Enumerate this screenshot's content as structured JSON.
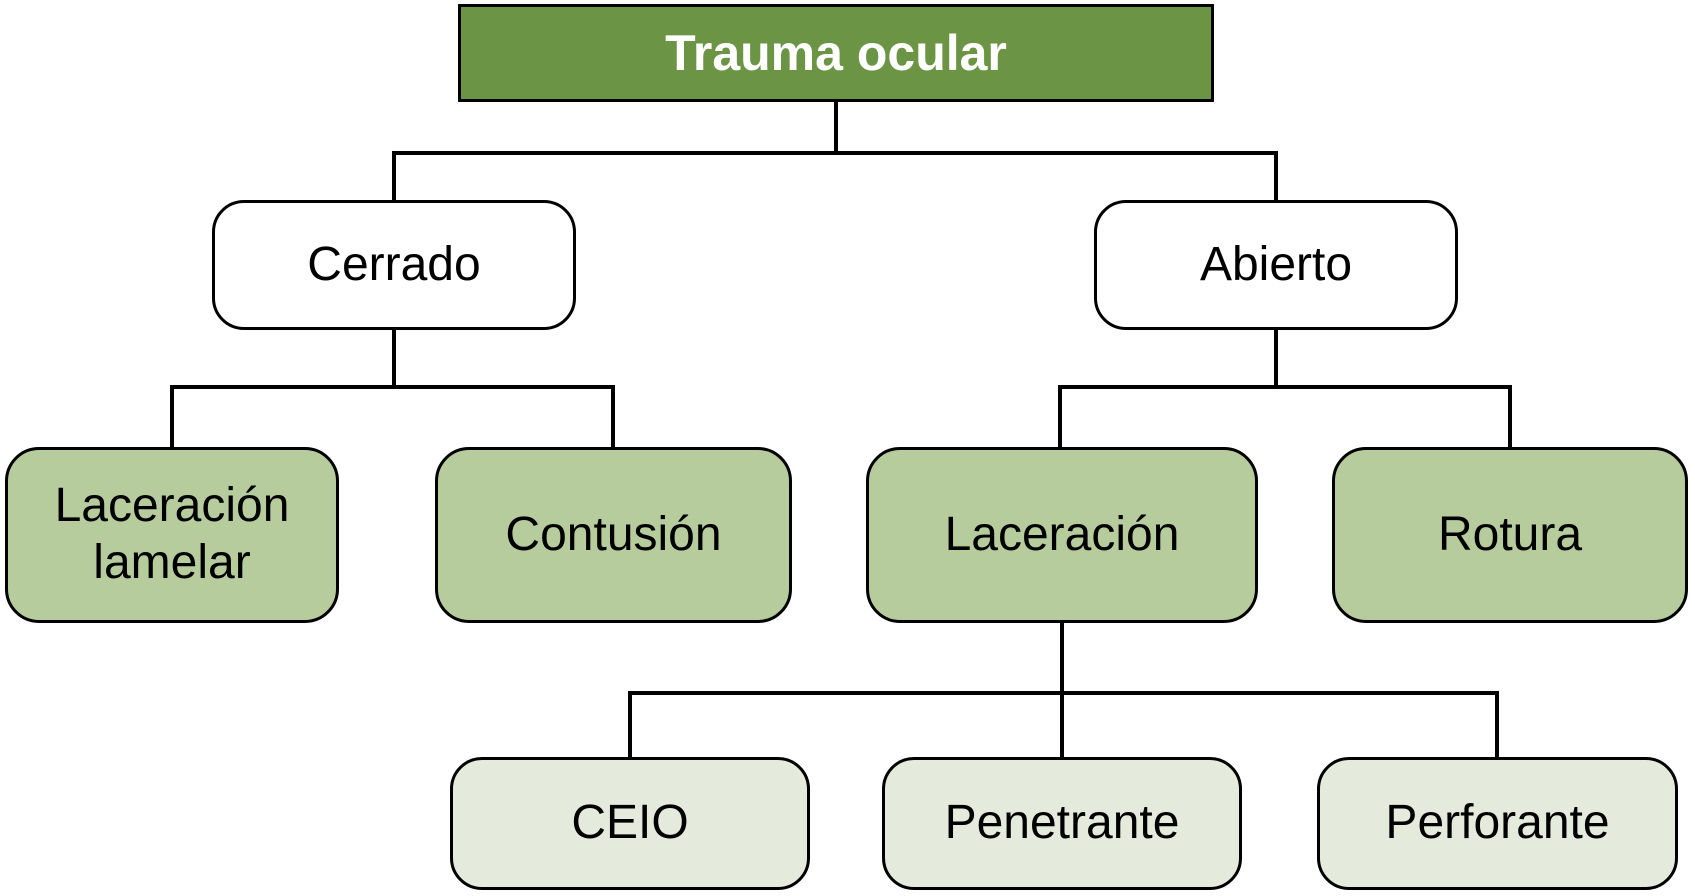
{
  "diagram": {
    "type": "tree",
    "colors": {
      "page_bg": "#ffffff",
      "root_fill": "#6b9545",
      "root_text": "#ffffff",
      "branch_fill": "#ffffff",
      "level3_fill": "#b7cc9d",
      "level4_fill": "#e5ebdc",
      "node_text": "#000000",
      "border": "#000000",
      "connector": "#000000"
    },
    "nodes": {
      "root": {
        "label": "Trauma ocular"
      },
      "cerrado": {
        "label": "Cerrado"
      },
      "abierto": {
        "label": "Abierto"
      },
      "laceracion_lamelar": {
        "label": "Laceración lamelar"
      },
      "contusion": {
        "label": "Contusión"
      },
      "laceracion": {
        "label": "Laceración"
      },
      "rotura": {
        "label": "Rotura"
      },
      "ceio": {
        "label": "CEIO"
      },
      "penetrante": {
        "label": "Penetrante"
      },
      "perforante": {
        "label": "Perforante"
      }
    },
    "hierarchy": {
      "Trauma ocular": {
        "Cerrado": {
          "Laceración lamelar": {},
          "Contusión": {}
        },
        "Abierto": {
          "Laceración": {
            "CEIO": {},
            "Penetrante": {},
            "Perforante": {}
          },
          "Rotura": {}
        }
      }
    }
  }
}
